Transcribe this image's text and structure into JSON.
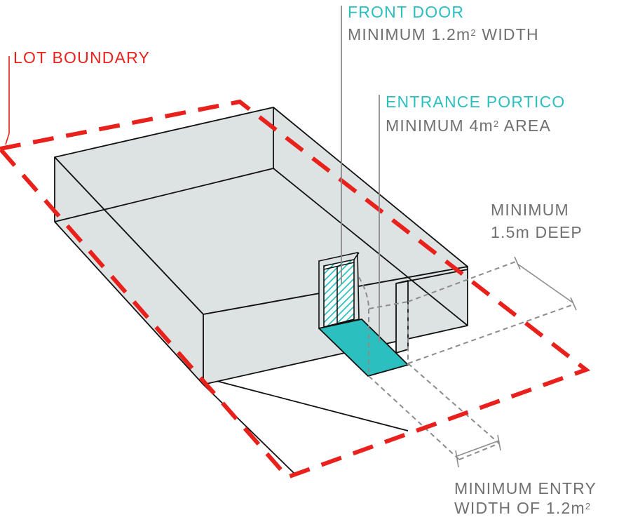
{
  "labels": {
    "front_door": {
      "title": "FRONT DOOR",
      "sub_prefix": "MINIMUM 1.2m",
      "sub_sup": "2",
      "sub_suffix": " WIDTH"
    },
    "lot_boundary": {
      "title": "LOT BOUNDARY"
    },
    "portico": {
      "title": "ENTRANCE PORTICO",
      "sub_prefix": "MINIMUM 4m",
      "sub_sup": "2",
      "sub_suffix": " AREA"
    },
    "depth": {
      "line1": "MINIMUM",
      "line2": "1.5m DEEP"
    },
    "entry_width": {
      "line1": "MINIMUM ENTRY",
      "line2_prefix": "WIDTH OF 1.2m",
      "line2_sup": "2"
    }
  },
  "colors": {
    "lot_boundary": "#e8211c",
    "accent": "#2bbfbf",
    "annotation": "#707070",
    "building_fill": "#dde3e3",
    "outline": "#111111",
    "dim_line": "#8c8c8c"
  }
}
